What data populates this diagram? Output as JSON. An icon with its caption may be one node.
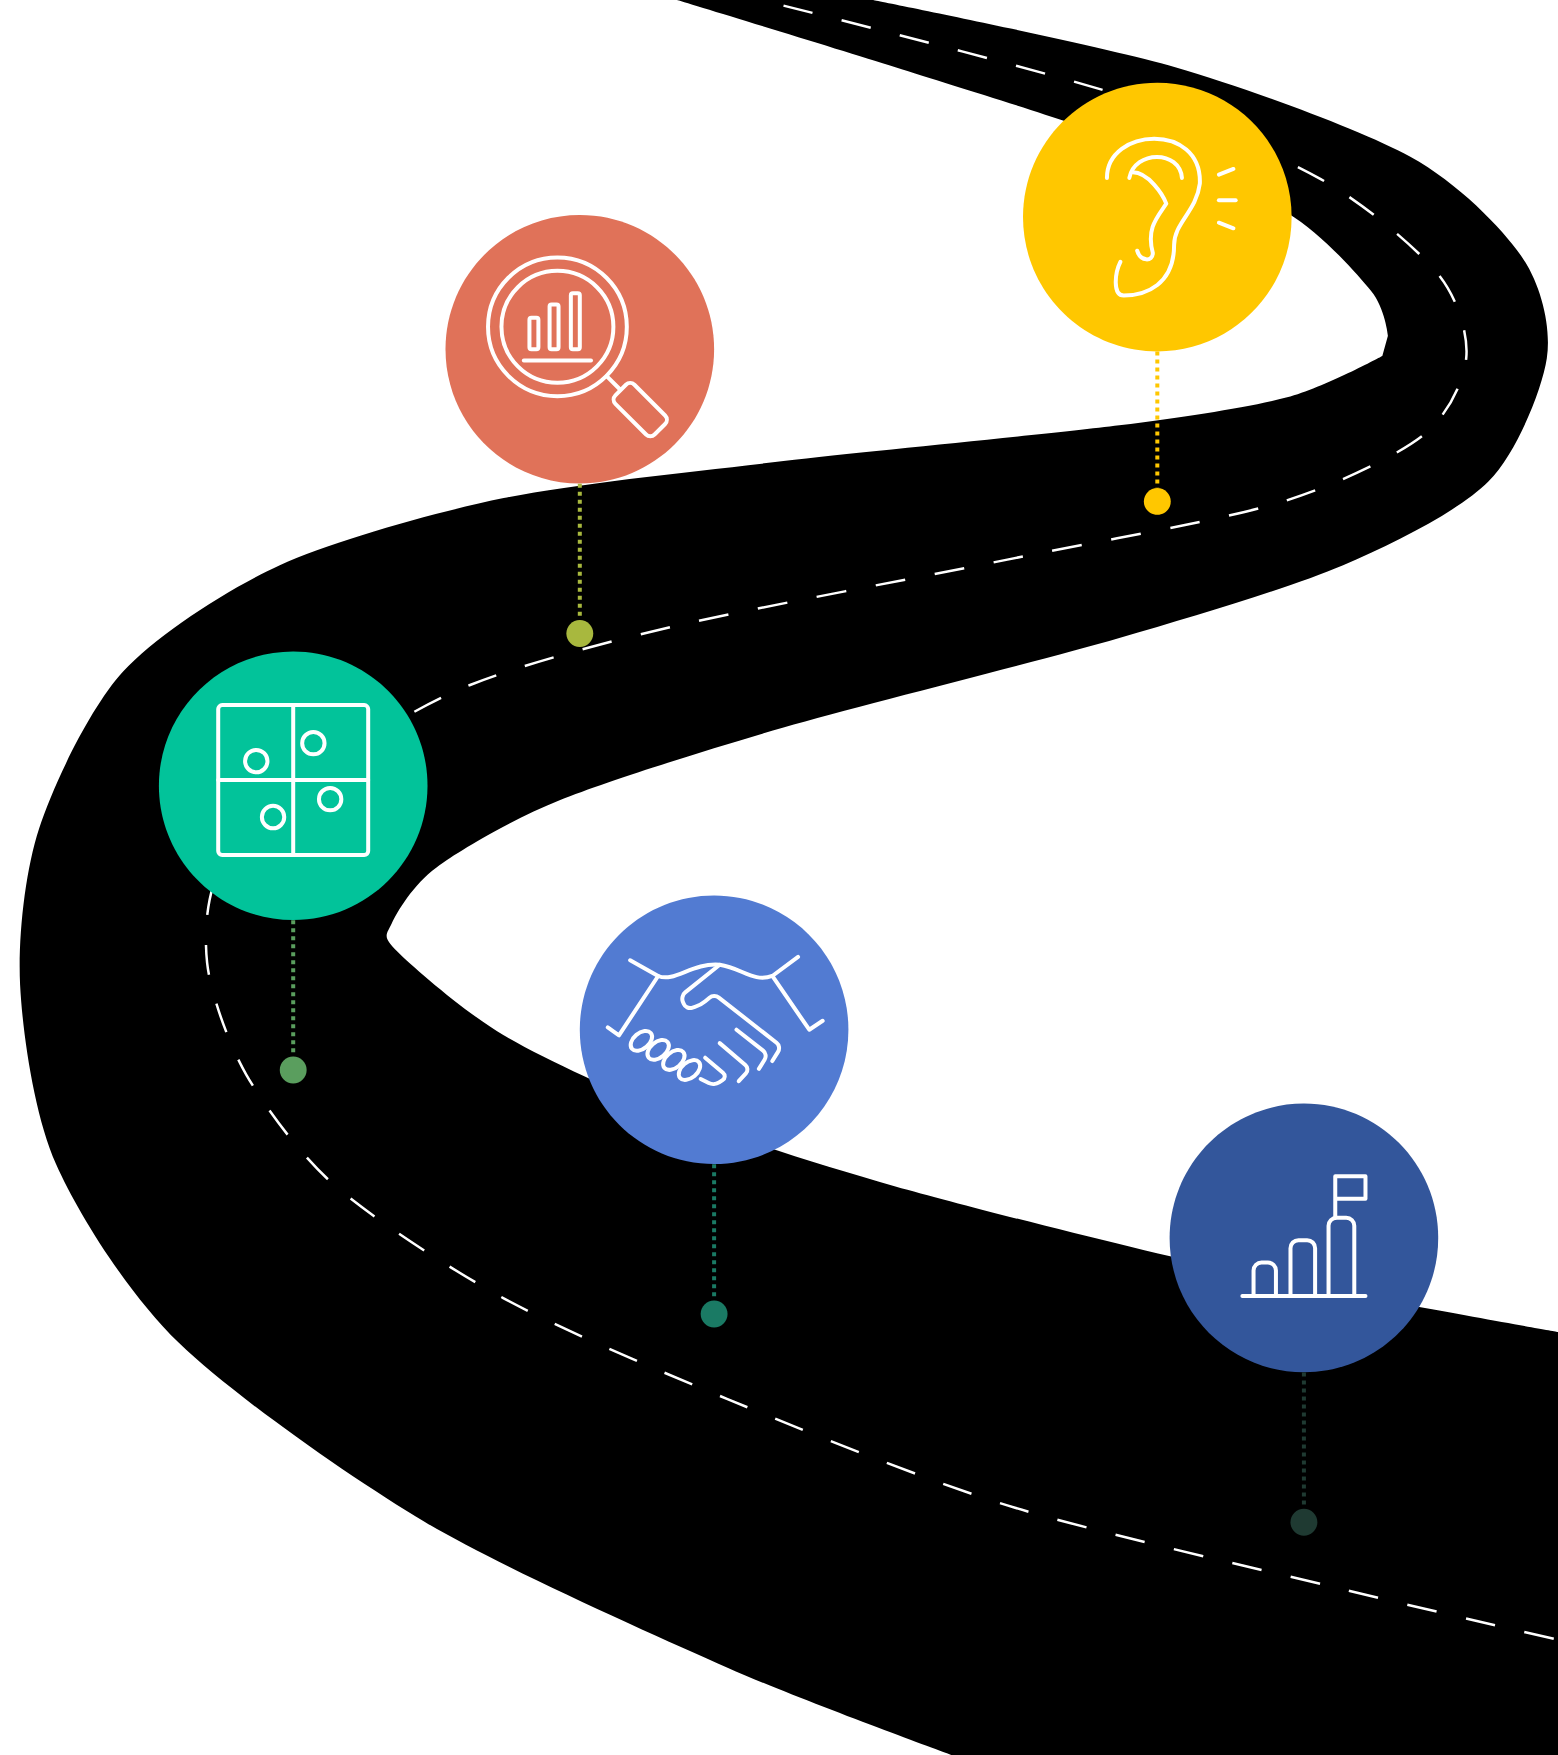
{
  "diagram": {
    "nodes": [
      {
        "text": [],
        "shape": "circle"
      },
      {
        "text": [],
        "shape": "circle"
      },
      {
        "text": [],
        "shape": "circle"
      },
      {
        "text": [],
        "shape": "circle"
      },
      {
        "text": [],
        "shape": "circle"
      },
      {
        "text": [],
        "shape": "circle"
      },
      {
        "text": [],
        "shape": "circle"
      },
      {
        "text": [],
        "shape": "circle"
      },
      {
        "text": [],
        "shape": "circle"
      },
      {
        "text": [],
        "shape": "circle"
      }
    ],
    "edges": [
      {
        "from": 0,
        "to": 5,
        "arrow": "none",
        "style": "dashed",
        "color": "#ffc700"
      },
      {
        "from": 1,
        "to": 6,
        "arrow": "none",
        "style": "dashed",
        "color": "#a8b83e"
      },
      {
        "from": 2,
        "to": 7,
        "arrow": "none",
        "style": "dashed",
        "color": "#5a9e5e"
      },
      {
        "from": 3,
        "to": 8,
        "arrow": "none",
        "style": "dashed",
        "color": "#1a7a64"
      },
      {
        "from": 4,
        "to": 9,
        "arrow": "none",
        "style": "dashed",
        "color": "#1f3a32"
      }
    ]
  }
}
